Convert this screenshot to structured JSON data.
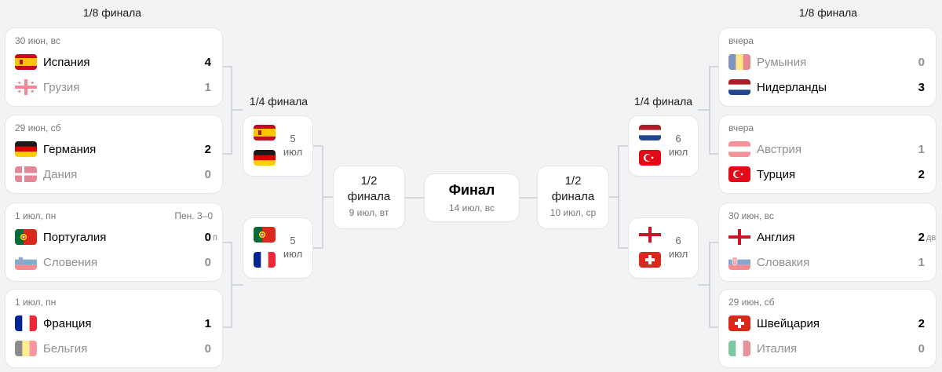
{
  "stages": {
    "r16_left": "1/8 финала",
    "qf_left": "1/4 финала",
    "qf_right": "1/4 финала",
    "r16_right": "1/8 финала"
  },
  "left_r16": [
    {
      "date": "30 июн, вс",
      "note": "",
      "teams": [
        {
          "flag": "spain-flag",
          "name": "Испания",
          "score": "4",
          "suffix": "",
          "winner": true
        },
        {
          "flag": "georgia-flag",
          "name": "Грузия",
          "score": "1",
          "suffix": "",
          "winner": false
        }
      ]
    },
    {
      "date": "29 июн, сб",
      "note": "",
      "teams": [
        {
          "flag": "germany-flag",
          "name": "Германия",
          "score": "2",
          "suffix": "",
          "winner": true
        },
        {
          "flag": "denmark-flag",
          "name": "Дания",
          "score": "0",
          "suffix": "",
          "winner": false
        }
      ]
    },
    {
      "date": "1 июл, пн",
      "note": "Пен. 3–0",
      "teams": [
        {
          "flag": "portugal-flag",
          "name": "Португалия",
          "score": "0",
          "suffix": "п",
          "winner": true
        },
        {
          "flag": "slovenia-flag",
          "name": "Словения",
          "score": "0",
          "suffix": "",
          "winner": false
        }
      ]
    },
    {
      "date": "1 июл, пн",
      "note": "",
      "teams": [
        {
          "flag": "france-flag",
          "name": "Франция",
          "score": "1",
          "suffix": "",
          "winner": true
        },
        {
          "flag": "belgium-flag",
          "name": "Бельгия",
          "score": "0",
          "suffix": "",
          "winner": false
        }
      ]
    }
  ],
  "right_r16": [
    {
      "date": "вчера",
      "note": "",
      "teams": [
        {
          "flag": "romania-flag",
          "name": "Румыния",
          "score": "0",
          "suffix": "",
          "winner": false
        },
        {
          "flag": "netherlands-flag",
          "name": "Нидерланды",
          "score": "3",
          "suffix": "",
          "winner": true
        }
      ]
    },
    {
      "date": "вчера",
      "note": "",
      "teams": [
        {
          "flag": "austria-flag",
          "name": "Австрия",
          "score": "1",
          "suffix": "",
          "winner": false
        },
        {
          "flag": "turkey-flag",
          "name": "Турция",
          "score": "2",
          "suffix": "",
          "winner": true
        }
      ]
    },
    {
      "date": "30 июн, вс",
      "note": "",
      "teams": [
        {
          "flag": "england-flag",
          "name": "Англия",
          "score": "2",
          "suffix": "дв",
          "winner": true
        },
        {
          "flag": "slovakia-flag",
          "name": "Словакия",
          "score": "1",
          "suffix": "",
          "winner": false
        }
      ]
    },
    {
      "date": "29 июн, сб",
      "note": "",
      "teams": [
        {
          "flag": "switzerland-flag",
          "name": "Швейцария",
          "score": "2",
          "suffix": "",
          "winner": true
        },
        {
          "flag": "italy-flag",
          "name": "Италия",
          "score": "0",
          "suffix": "",
          "winner": false
        }
      ]
    }
  ],
  "left_qf": [
    {
      "flags": [
        "spain-flag",
        "germany-flag"
      ],
      "day": "5",
      "month": "июл"
    },
    {
      "flags": [
        "portugal-flag",
        "france-flag"
      ],
      "day": "5",
      "month": "июл"
    }
  ],
  "right_qf": [
    {
      "flags": [
        "netherlands-flag",
        "turkey-flag"
      ],
      "day": "6",
      "month": "июл"
    },
    {
      "flags": [
        "england-flag",
        "switzerland-flag"
      ],
      "day": "6",
      "month": "июл"
    }
  ],
  "semis": {
    "left": {
      "line1": "1/2",
      "line2": "финала",
      "date": "9 июл, вт"
    },
    "right": {
      "line1": "1/2",
      "line2": "финала",
      "date": "10 июл, ср"
    }
  },
  "final": {
    "title": "Финал",
    "date": "14 июл, вс"
  },
  "colors": {
    "background": "#f2f3f5",
    "card": "#ffffff",
    "connector": "#c9cdd2",
    "loser_text": "#909090"
  }
}
